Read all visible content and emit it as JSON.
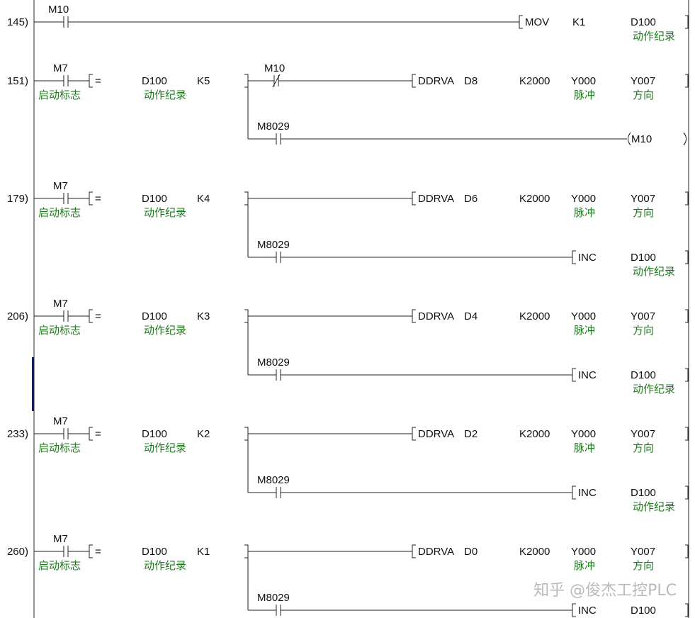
{
  "colors": {
    "wire": "#222222",
    "text": "#111111",
    "comment": "#1d7a1d",
    "cursor": "#0b1f7a",
    "watermark": "#b9b9b9"
  },
  "watermark": "知乎 @俊杰工控PLC",
  "rungs": [
    {
      "step": "145)",
      "contact": {
        "device": "M10",
        "type": "no"
      },
      "instr": {
        "name": "MOV",
        "ops": [
          "K1",
          "D100"
        ],
        "comments": [
          "",
          "动作纪录"
        ]
      }
    },
    {
      "step": "151)",
      "contact": {
        "device": "M7",
        "comment": "启动标志"
      },
      "compare": {
        "op": "=",
        "s1": "D100",
        "s1_comment": "动作纪录",
        "s2": "K5"
      },
      "branches": [
        {
          "contact": {
            "device": "M10",
            "type": "nc"
          },
          "instr": {
            "name": "DDRVA",
            "ops": [
              "D8",
              "K2000",
              "Y000",
              "Y007"
            ],
            "comments": [
              "",
              "",
              "脉冲",
              "方向"
            ]
          }
        },
        {
          "contact": {
            "device": "M8029",
            "type": "no"
          },
          "coil": {
            "device": "M10"
          }
        }
      ]
    },
    {
      "step": "179)",
      "contact": {
        "device": "M7",
        "comment": "启动标志"
      },
      "compare": {
        "op": "=",
        "s1": "D100",
        "s1_comment": "动作纪录",
        "s2": "K4"
      },
      "branches": [
        {
          "instr": {
            "name": "DDRVA",
            "ops": [
              "D6",
              "K2000",
              "Y000",
              "Y007"
            ],
            "comments": [
              "",
              "",
              "脉冲",
              "方向"
            ]
          }
        },
        {
          "contact": {
            "device": "M8029",
            "type": "no"
          },
          "instr": {
            "name": "INC",
            "ops": [
              "D100"
            ],
            "comments": [
              "动作纪录"
            ]
          }
        }
      ]
    },
    {
      "step": "206)",
      "contact": {
        "device": "M7",
        "comment": "启动标志"
      },
      "compare": {
        "op": "=",
        "s1": "D100",
        "s1_comment": "动作纪录",
        "s2": "K3"
      },
      "branches": [
        {
          "instr": {
            "name": "DDRVA",
            "ops": [
              "D4",
              "K2000",
              "Y000",
              "Y007"
            ],
            "comments": [
              "",
              "",
              "脉冲",
              "方向"
            ]
          }
        },
        {
          "contact": {
            "device": "M8029",
            "type": "no"
          },
          "instr": {
            "name": "INC",
            "ops": [
              "D100"
            ],
            "comments": [
              "动作纪录"
            ]
          }
        }
      ]
    },
    {
      "step": "233)",
      "contact": {
        "device": "M7",
        "comment": "启动标志"
      },
      "compare": {
        "op": "=",
        "s1": "D100",
        "s1_comment": "动作纪录",
        "s2": "K2"
      },
      "branches": [
        {
          "instr": {
            "name": "DDRVA",
            "ops": [
              "D2",
              "K2000",
              "Y000",
              "Y007"
            ],
            "comments": [
              "",
              "",
              "脉冲",
              "方向"
            ]
          }
        },
        {
          "contact": {
            "device": "M8029",
            "type": "no"
          },
          "instr": {
            "name": "INC",
            "ops": [
              "D100"
            ],
            "comments": [
              "动作纪录"
            ]
          }
        }
      ]
    },
    {
      "step": "260)",
      "contact": {
        "device": "M7",
        "comment": "启动标志"
      },
      "compare": {
        "op": "=",
        "s1": "D100",
        "s1_comment": "动作纪录",
        "s2": "K1"
      },
      "branches": [
        {
          "instr": {
            "name": "DDRVA",
            "ops": [
              "D0",
              "K2000",
              "Y000",
              "Y007"
            ],
            "comments": [
              "",
              "",
              "脉冲",
              "方向"
            ]
          }
        },
        {
          "contact": {
            "device": "M8029",
            "type": "no"
          },
          "instr": {
            "name": "INC",
            "ops": [
              "D100"
            ],
            "comments": [
              ""
            ]
          }
        }
      ]
    }
  ]
}
